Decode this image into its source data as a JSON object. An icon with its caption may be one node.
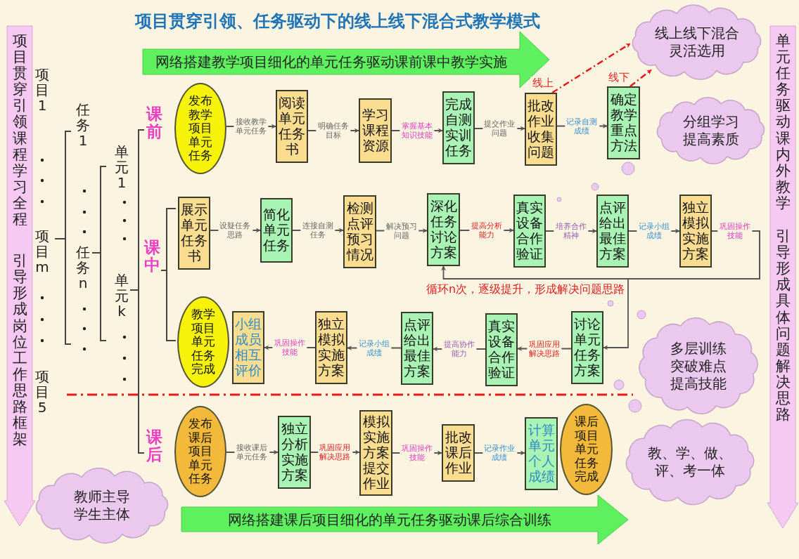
{
  "diagram": {
    "title": "项目贯穿引领、任务驱动下的线上线下混合式教学模式",
    "nodes": [
      {
        "text": [
          "项目贯穿引领课程学习全程",
          "引导形成岗位工作思路框架"
        ]
      },
      {
        "text": [
          "单元任务驱动课内外教学",
          "引导形成具体问题解决思路"
        ]
      },
      {
        "text": [
          "网络搭建教学项目细化的单元任务驱动课前课中教学实施"
        ]
      },
      {
        "text": [
          "网络搭建课后项目细化的单元任务驱动课后综合训练"
        ]
      },
      {
        "text": [
          "线上线下混合灵活选用"
        ]
      },
      {
        "text": [
          "分组学习提高素质"
        ]
      },
      {
        "text": [
          "多层训练突破难点提高技能"
        ]
      },
      {
        "text": [
          "教、学、做、评、考一体"
        ]
      },
      {
        "text": [
          "教师主导学生主体"
        ]
      },
      {
        "text": [
          "发布教学项目单元任务"
        ]
      },
      {
        "text": [
          "阅读单元任务书"
        ]
      },
      {
        "text": [
          "学习课程资源"
        ]
      },
      {
        "text": [
          "完成自测实训任务"
        ]
      },
      {
        "text": [
          "批改作业收集问题"
        ]
      },
      {
        "text": [
          "确定教学重点方法"
        ]
      },
      {
        "text": [
          "展示单元任务书"
        ]
      },
      {
        "text": [
          "简化单元任务"
        ]
      },
      {
        "text": [
          "检测点评预习情况"
        ]
      },
      {
        "text": [
          "深化任务讨论方案"
        ]
      },
      {
        "text": [
          "真实设备合作验证"
        ]
      },
      {
        "text": [
          "点评给出最佳方案"
        ]
      },
      {
        "text": [
          "独立模拟实施方案"
        ]
      },
      {
        "text": [
          "讨论单元任务方案"
        ]
      },
      {
        "text": [
          "真实设备合作验证"
        ]
      },
      {
        "text": [
          "点评给出最佳方案"
        ]
      },
      {
        "text": [
          "独立模拟实施方案"
        ]
      },
      {
        "text": [
          "小组成员相互评价"
        ]
      },
      {
        "text": [
          "教学项目单元任务完成"
        ]
      },
      {
        "text": [
          "发布课后项目单元任务"
        ]
      },
      {
        "text": [
          "独立分析实施方案"
        ]
      },
      {
        "text": [
          "模拟实施方案提交作业"
        ]
      },
      {
        "text": [
          "批改课后作业"
        ]
      },
      {
        "text": [
          "计算单元个人成绩"
        ]
      },
      {
        "text": [
          "课后项目单元任务完成"
        ]
      }
    ],
    "edges": [
      {
        "from": 9,
        "to": 10,
        "arrow": "to",
        "label": "接收教学单元任务"
      },
      {
        "from": 10,
        "to": 11,
        "arrow": "to",
        "label": "明确任务目标"
      },
      {
        "from": 11,
        "to": 12,
        "arrow": "to",
        "label": "掌握基本知识技能"
      },
      {
        "from": 12,
        "to": 13,
        "arrow": "to",
        "label": "提交作业问题"
      },
      {
        "from": 13,
        "to": 14,
        "arrow": "to",
        "label": "记录自测成绩"
      },
      {
        "from": 13,
        "to": 4,
        "arrow": "to",
        "label": "线上",
        "style": "dashed",
        "color": "#e8191b"
      },
      {
        "from": 14,
        "to": 4,
        "arrow": "to",
        "label": "线下",
        "style": "dashed",
        "color": "#e8191b"
      },
      {
        "from": 15,
        "to": 16,
        "arrow": "to",
        "label": "设疑任务思路"
      },
      {
        "from": 16,
        "to": 17,
        "arrow": "to",
        "label": "连接自测任务"
      },
      {
        "from": 17,
        "to": 18,
        "arrow": "to",
        "label": "解决预习问题"
      },
      {
        "from": 18,
        "to": 19,
        "arrow": "to",
        "label": "提高分析能力"
      },
      {
        "from": 19,
        "to": 20,
        "arrow": "to",
        "label": "培养合作精神"
      },
      {
        "from": 20,
        "to": 21,
        "arrow": "to",
        "label": "记录小组成绩"
      },
      {
        "from": 21,
        "to": 18,
        "arrow": "to",
        "label": "巩固操作技能"
      },
      {
        "from": 21,
        "to": 22,
        "arrow": "to"
      },
      {
        "from": 22,
        "to": 23,
        "arrow": "to",
        "label": "巩固应用解决思路"
      },
      {
        "from": 23,
        "to": 24,
        "arrow": "to",
        "label": "提高协作能力"
      },
      {
        "from": 24,
        "to": 25,
        "arrow": "to",
        "label": "记录小组成绩"
      },
      {
        "from": 25,
        "to": 26,
        "arrow": "to",
        "label": "巩固操作技能"
      },
      {
        "from": 28,
        "to": 29,
        "arrow": "to",
        "label": "接收课后单元任务"
      },
      {
        "from": 29,
        "to": 30,
        "arrow": "to",
        "label": "巩固应用解决思路"
      },
      {
        "from": 30,
        "to": 31,
        "arrow": "to",
        "label": "巩固操作技能"
      },
      {
        "from": 31,
        "to": 32,
        "arrow": "to",
        "label": "记录作业成绩"
      }
    ],
    "labels": [
      "项目1",
      "任务1",
      "单元1",
      "课前",
      "项目m",
      "任务n",
      "单元k",
      "课中",
      "项目5",
      "课后",
      "循环n次，逐级提升，形成解决问题思路"
    ]
  }
}
